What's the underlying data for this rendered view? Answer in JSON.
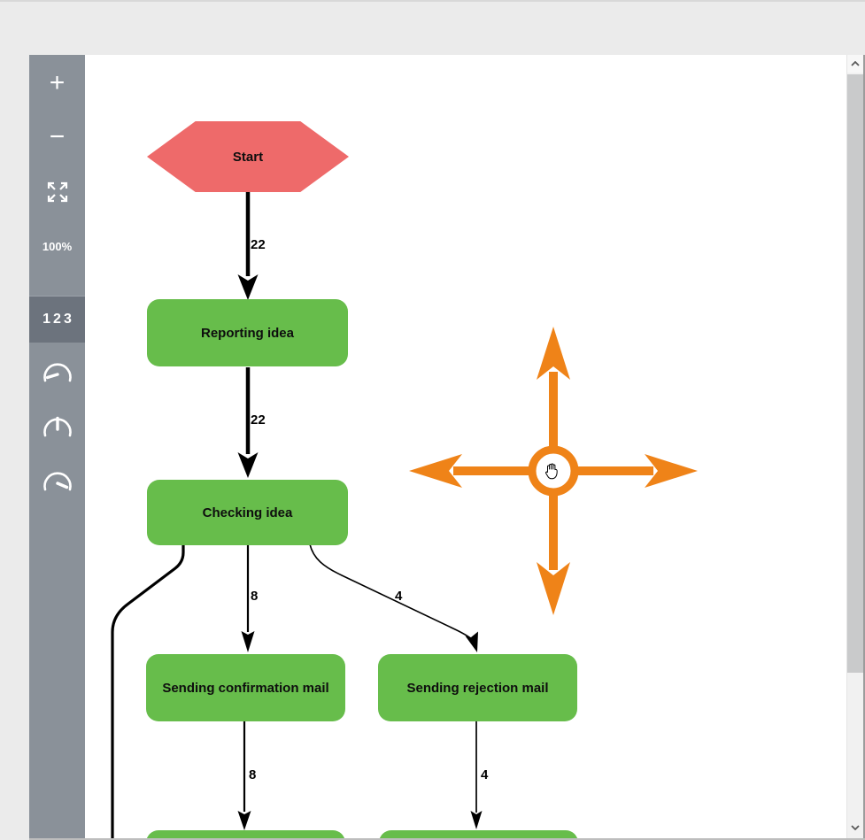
{
  "sidebar": {
    "zoom_in_label": "+",
    "zoom_out_label": "−",
    "zoom_level": "100%",
    "frequency_button_label": "123",
    "icons": [
      "fit-screen-icon",
      "gauge-low-icon",
      "gauge-mid-icon",
      "gauge-high-icon"
    ]
  },
  "diagram": {
    "nodes": [
      {
        "id": "start",
        "label": "Start",
        "type": "start",
        "color": "#EE6A6A"
      },
      {
        "id": "reporting",
        "label": "Reporting idea",
        "type": "activity",
        "color": "#67BD4B"
      },
      {
        "id": "checking",
        "label": "Checking idea",
        "type": "activity",
        "color": "#67BD4B"
      },
      {
        "id": "confirmation",
        "label": "Sending confirmation mail",
        "type": "activity",
        "color": "#67BD4B"
      },
      {
        "id": "rejection",
        "label": "Sending rejection mail",
        "type": "activity",
        "color": "#67BD4B"
      },
      {
        "id": "partial-left",
        "label": "",
        "type": "activity",
        "color": "#67BD4B"
      },
      {
        "id": "partial-right",
        "label": "",
        "type": "activity",
        "color": "#67BD4B"
      }
    ],
    "edges": [
      {
        "from": "start",
        "to": "reporting",
        "label": "22"
      },
      {
        "from": "reporting",
        "to": "checking",
        "label": "22"
      },
      {
        "from": "checking",
        "to": "confirmation",
        "label": "8"
      },
      {
        "from": "checking",
        "to": "rejection",
        "label": "4"
      },
      {
        "from": "checking",
        "to": "offscreen-left",
        "label": ""
      },
      {
        "from": "confirmation",
        "to": "offscreen-bottom",
        "label": "8"
      },
      {
        "from": "rejection",
        "to": "offscreen-bottom",
        "label": "4"
      }
    ],
    "colors": {
      "activity_fill": "#67BD4B",
      "start_fill": "#EE6A6A",
      "edge_stroke": "#000000",
      "pan_widget": "#EF8318"
    }
  },
  "scrollbar": {
    "icons": [
      "scroll-up-icon",
      "scroll-down-icon"
    ]
  }
}
